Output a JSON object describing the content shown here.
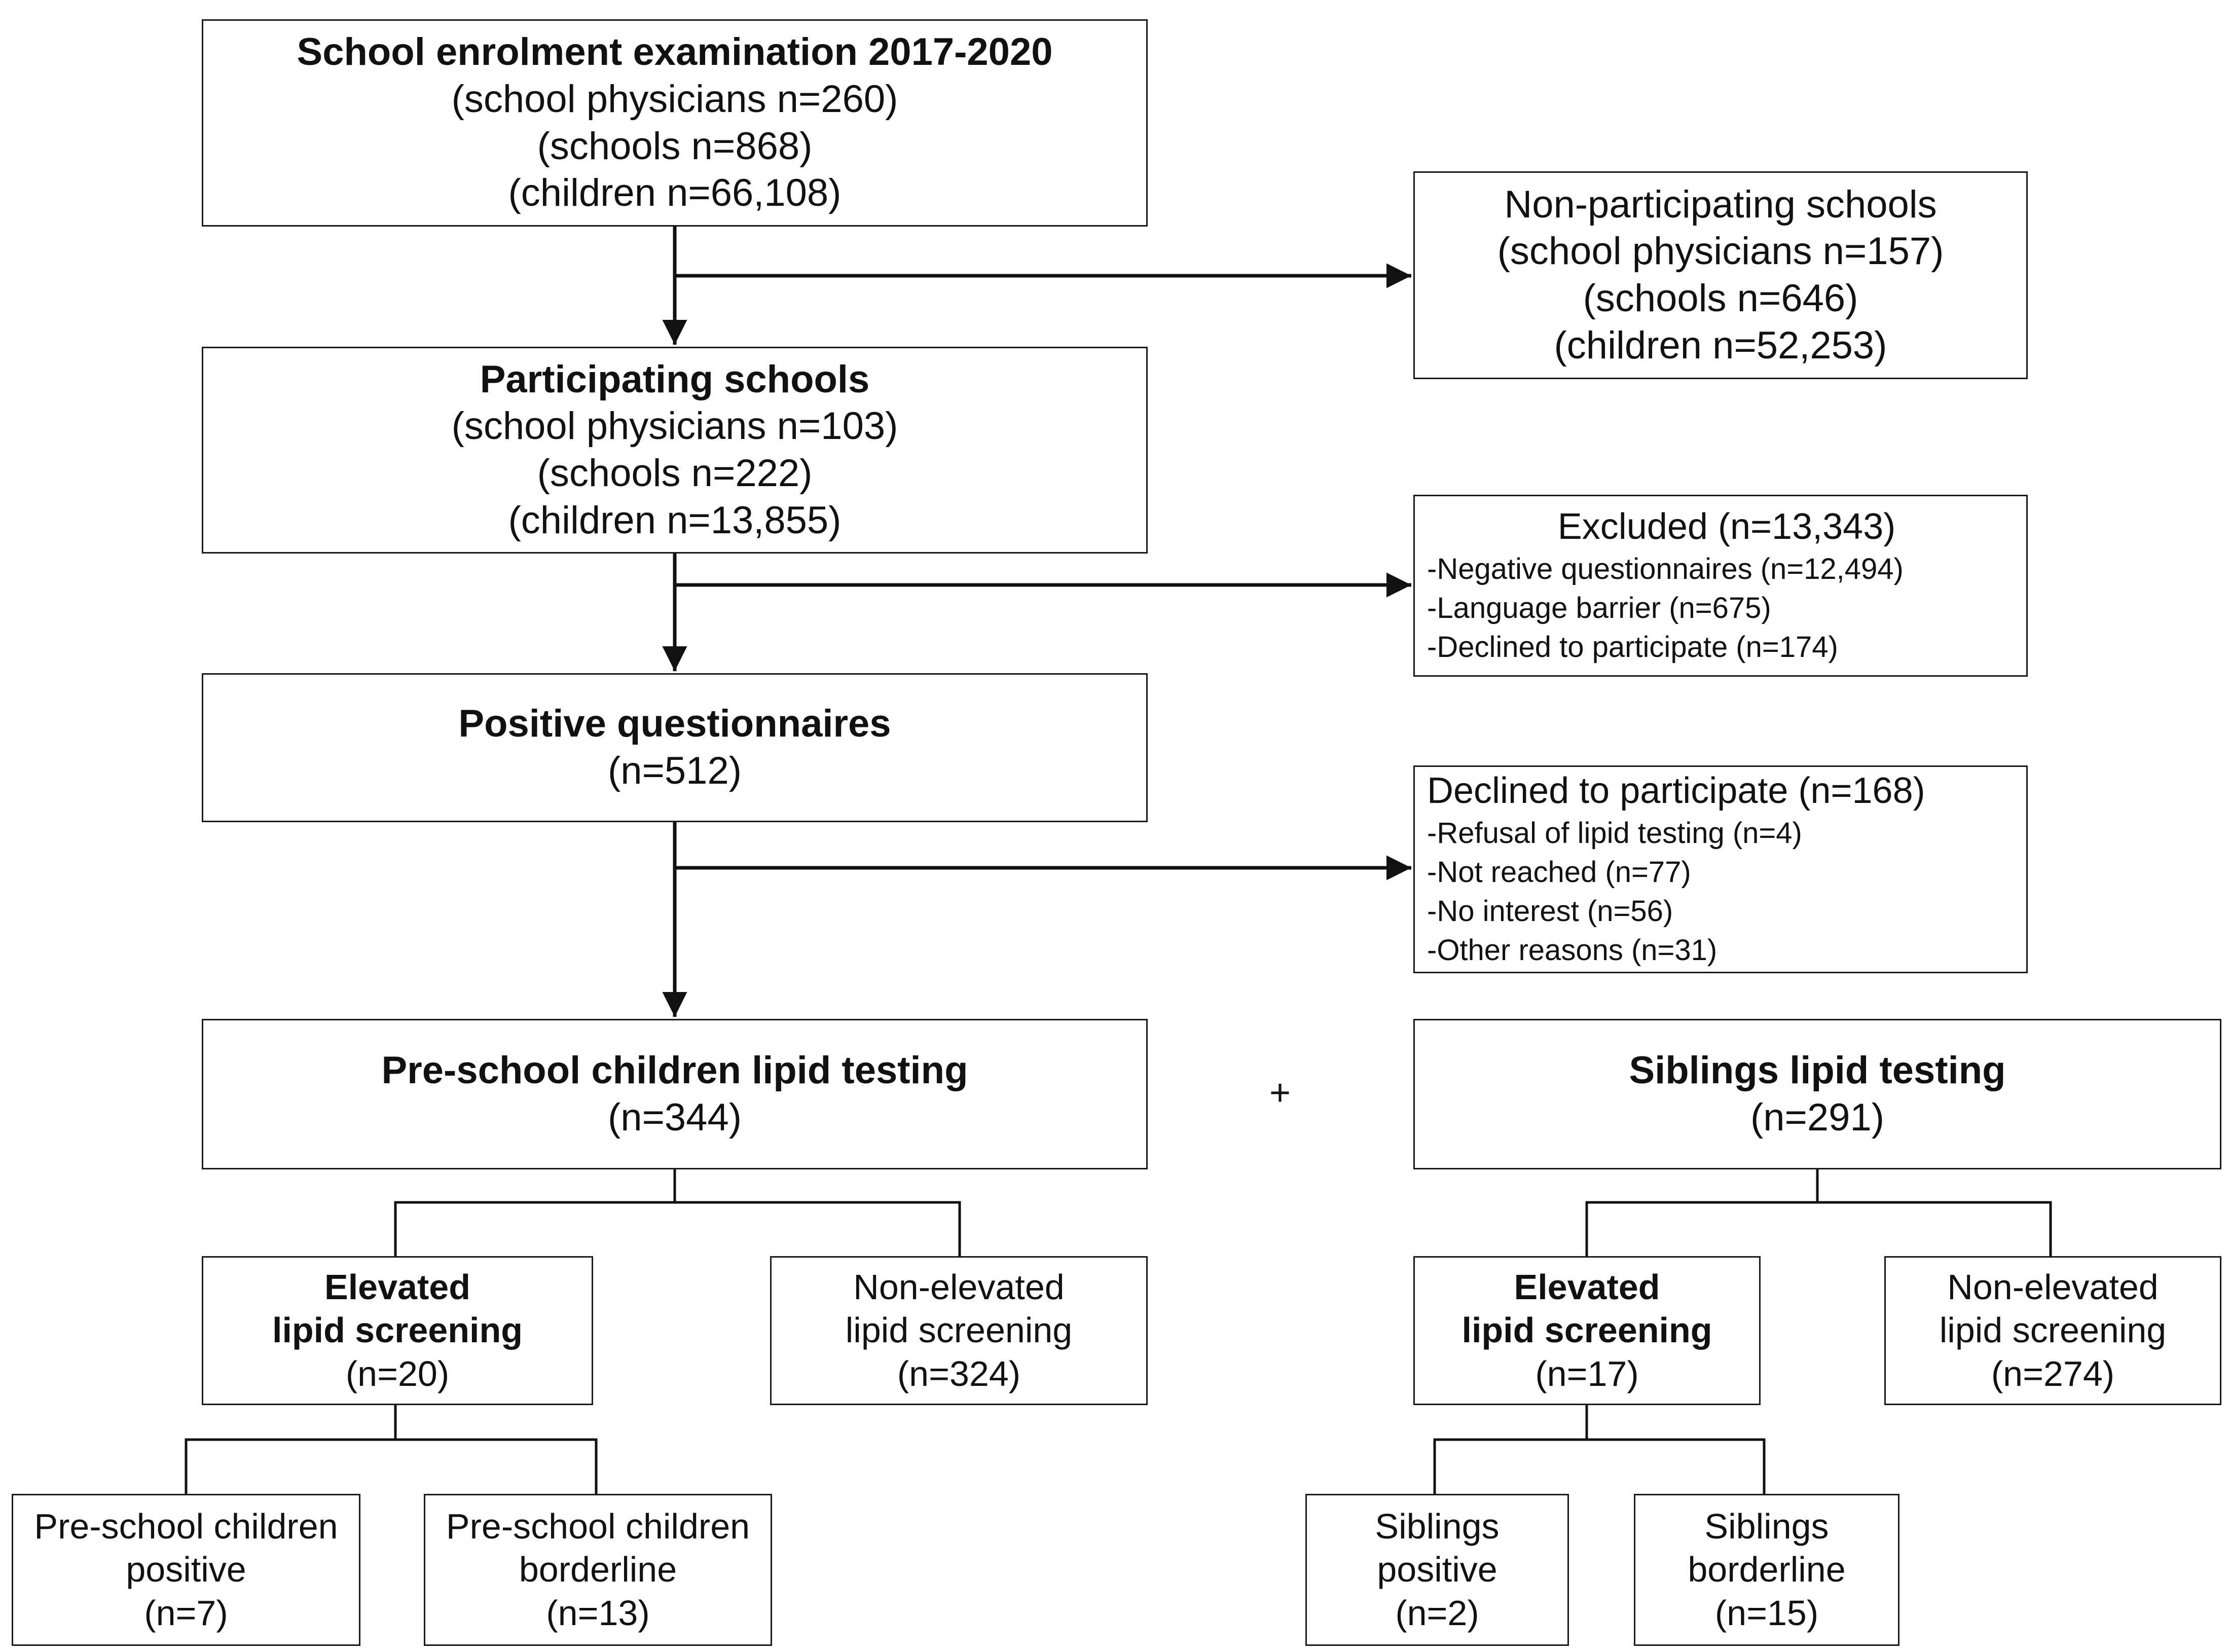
{
  "diagram": {
    "enrolment": {
      "title": "School enrolment examination 2017-2020",
      "lines": [
        "(school physicians n=260)",
        "(schools n=868)",
        "(children n=66,108)"
      ]
    },
    "non_participating": {
      "title": "Non-participating schools",
      "lines": [
        "(school physicians n=157)",
        "(schools n=646)",
        "(children n=52,253)"
      ]
    },
    "participating": {
      "title": "Participating schools",
      "lines": [
        "(school physicians n=103)",
        "(schools n=222)",
        "(children n=13,855)"
      ]
    },
    "excluded": {
      "title": "Excluded (n=13,343)",
      "items": [
        "-Negative questionnaires (n=12,494)",
        "-Language barrier (n=675)",
        "-Declined to participate (n=174)"
      ]
    },
    "positive_questionnaires": {
      "title": "Positive questionnaires",
      "count": "(n=512)"
    },
    "declined": {
      "title": "Declined to participate (n=168)",
      "items": [
        "-Refusal of lipid testing (n=4)",
        "-Not reached (n=77)",
        "-No interest (n=56)",
        "-Other reasons (n=31)"
      ]
    },
    "preschool_testing": {
      "title": "Pre-school children lipid testing",
      "count": "(n=344)"
    },
    "plus_sign": "+",
    "siblings_testing": {
      "title": "Siblings lipid testing",
      "count": "(n=291)"
    },
    "pre_elevated": {
      "title_lines": [
        "Elevated",
        "lipid screening"
      ],
      "count": "(n=20)"
    },
    "pre_non_elevated": {
      "lines": [
        "Non-elevated",
        "lipid screening"
      ],
      "count": "(n=324)"
    },
    "sib_elevated": {
      "title_lines": [
        "Elevated",
        "lipid screening"
      ],
      "count": "(n=17)"
    },
    "sib_non_elevated": {
      "lines": [
        "Non-elevated",
        "lipid screening"
      ],
      "count": "(n=274)"
    },
    "pre_positive": {
      "lines": [
        "Pre-school children",
        "positive"
      ],
      "count": "(n=7)"
    },
    "pre_borderline": {
      "lines": [
        "Pre-school children",
        "borderline"
      ],
      "count": "(n=13)"
    },
    "sib_positive": {
      "lines": [
        "Siblings",
        "positive"
      ],
      "count": "(n=2)"
    },
    "sib_borderline": {
      "lines": [
        "Siblings",
        "borderline"
      ],
      "count": "(n=15)"
    }
  }
}
